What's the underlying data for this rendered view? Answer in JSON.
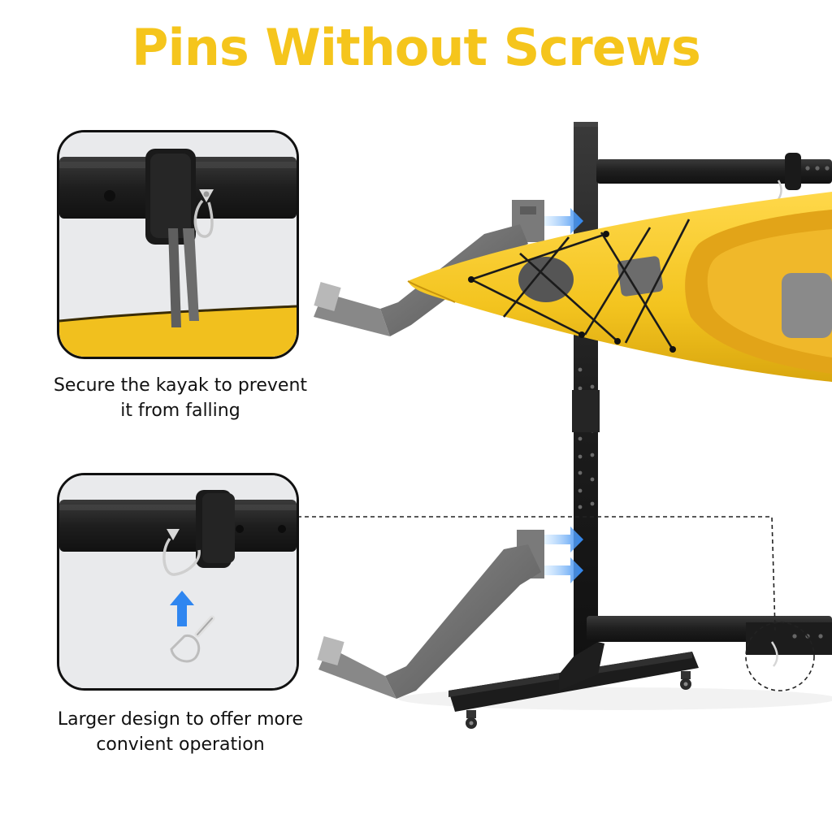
{
  "header": {
    "title": "Pins Without Screws"
  },
  "features": [
    {
      "caption_line1": "Secure the kayak to prevent",
      "caption_line2": "it from falling"
    },
    {
      "caption_line1": "Larger design to offer more",
      "caption_line2": "convient operation"
    }
  ],
  "colors": {
    "title": "#f5c51c",
    "frame": "#1f1f1f",
    "arm": "#6b6b6b",
    "kayak": "#f3c41f",
    "arrow": "#3d8ff0",
    "panel_bg": "#e9eaec"
  },
  "icons": {
    "arrow": "right-arrow-icon",
    "pin": "lynch-pin-icon",
    "up": "up-arrow-icon"
  }
}
